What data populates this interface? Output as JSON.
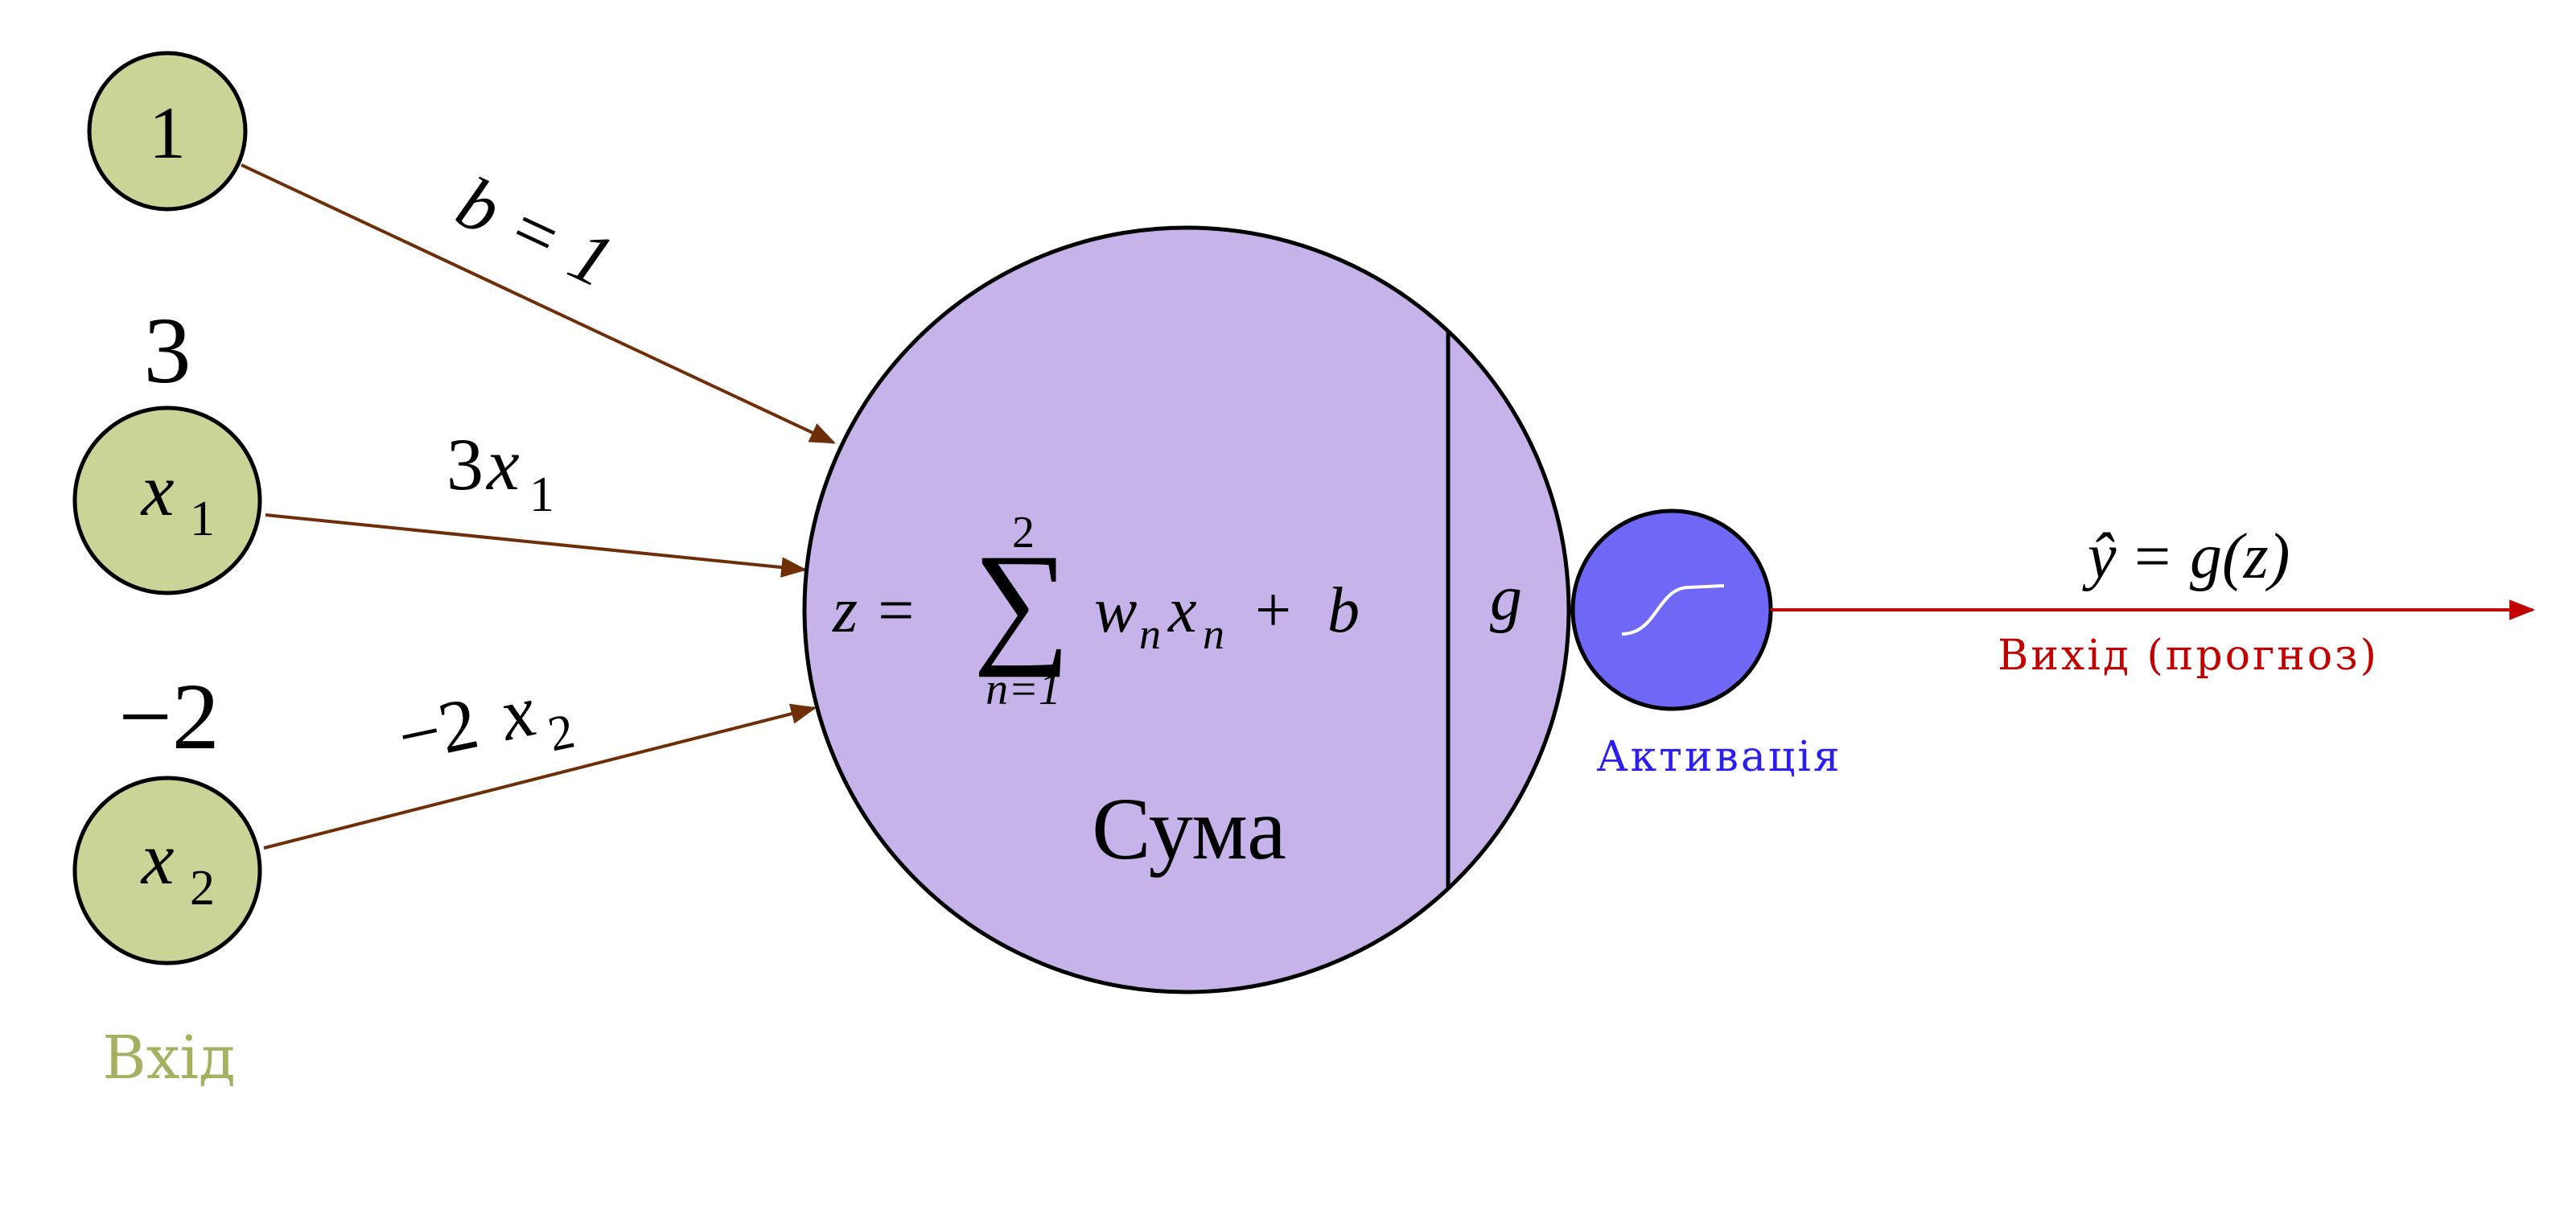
{
  "colors": {
    "input_fill": "#cbd396",
    "input_label": "#a6b060",
    "sum_fill": "#c5b3ea",
    "activation_fill": "#6f67f5",
    "activation_label": "#2a1fee",
    "output": "#c20000",
    "edge": "#6e2e08",
    "stroke": "#000000"
  },
  "inputs": {
    "bias_node": "1",
    "x1_node": "x",
    "x1_sub": "1",
    "x2_node": "x",
    "x2_sub": "2",
    "x1_weight": "3",
    "x2_weight": "−2",
    "section_label": "Вхід"
  },
  "edges": {
    "bias_label": "b = 1",
    "x1_label_coef": "3",
    "x1_label_var": "x",
    "x1_label_sub": "1",
    "x2_label_coef": "−2",
    "x2_label_var": "x",
    "x2_label_sub": "2"
  },
  "sum_node": {
    "formula_lhs": "z =",
    "sigma": "∑",
    "sigma_upper": "2",
    "sigma_lower": "n=1",
    "term_w": "w",
    "term_w_sub": "n",
    "term_x": "x",
    "term_x_sub": "n",
    "term_plus": "+",
    "term_b": "b",
    "g_label": "g",
    "label": "Сума"
  },
  "activation": {
    "icon": "sigmoid-curve-icon",
    "label": "Активація"
  },
  "output": {
    "formula_y": "ŷ",
    "formula_rest": "= g(z)",
    "label": "Вихід (прогноз)"
  }
}
